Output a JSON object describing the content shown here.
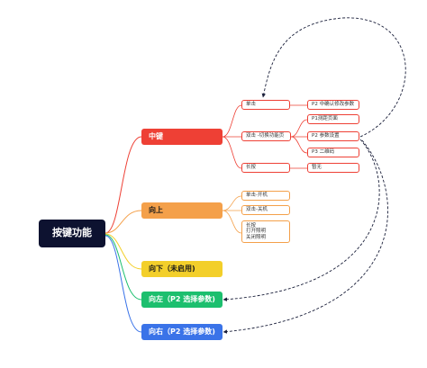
{
  "root": {
    "label": "按键功能"
  },
  "branches": {
    "zhong": {
      "label": "中键",
      "items": {
        "single": {
          "label": "单击",
          "target": "P2 中确认修改参数"
        },
        "double": {
          "label": "双击 -切换功能页",
          "targets": [
            "P1测距页面",
            "P2 参数设置",
            "P3  二维码"
          ]
        },
        "long": {
          "label": "长按",
          "target": "暂无"
        }
      }
    },
    "up": {
      "label": "向上",
      "items": {
        "single": {
          "label": "单击-开机"
        },
        "double": {
          "label": "双击-关机"
        },
        "long": {
          "lines": [
            "长按",
            "打开照明",
            "关闭照明"
          ]
        }
      }
    },
    "down": {
      "label": "向下（未启用)"
    },
    "left": {
      "label": "向左（P2  选择参数)"
    },
    "right": {
      "label": "向右（P2  选择参数)"
    }
  },
  "colors": {
    "zhong": "#ee4035",
    "up": "#f4a04a",
    "down": "#f3cf2a",
    "left": "#1cbf6e",
    "right": "#3a73e8",
    "root": "#0d1230"
  }
}
